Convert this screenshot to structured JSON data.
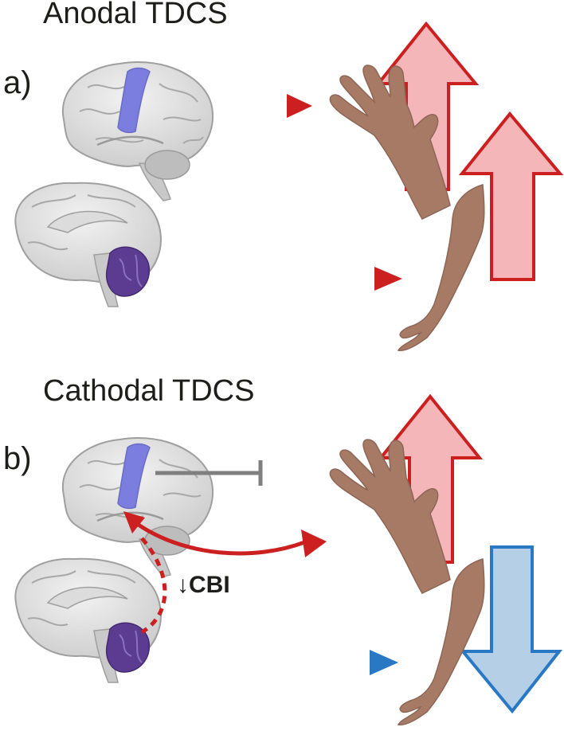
{
  "panels": [
    {
      "label": "a)",
      "title": "Anodal TDCS"
    },
    {
      "label": "b)",
      "title": "Cathodal TDCS"
    }
  ],
  "annotations": {
    "cbi": "↓CBI"
  },
  "colors": {
    "red_arrow": "#cc1f1f",
    "up_fill": "#f4b6b9",
    "blue_arrow": "#2878c4",
    "down_fill": "#b4cfe6",
    "motor_cortex": "#7b7ddf",
    "cerebellum": "#5b3c90",
    "inhibit_gray": "#7f7f7f",
    "skin": "#a77a66"
  }
}
